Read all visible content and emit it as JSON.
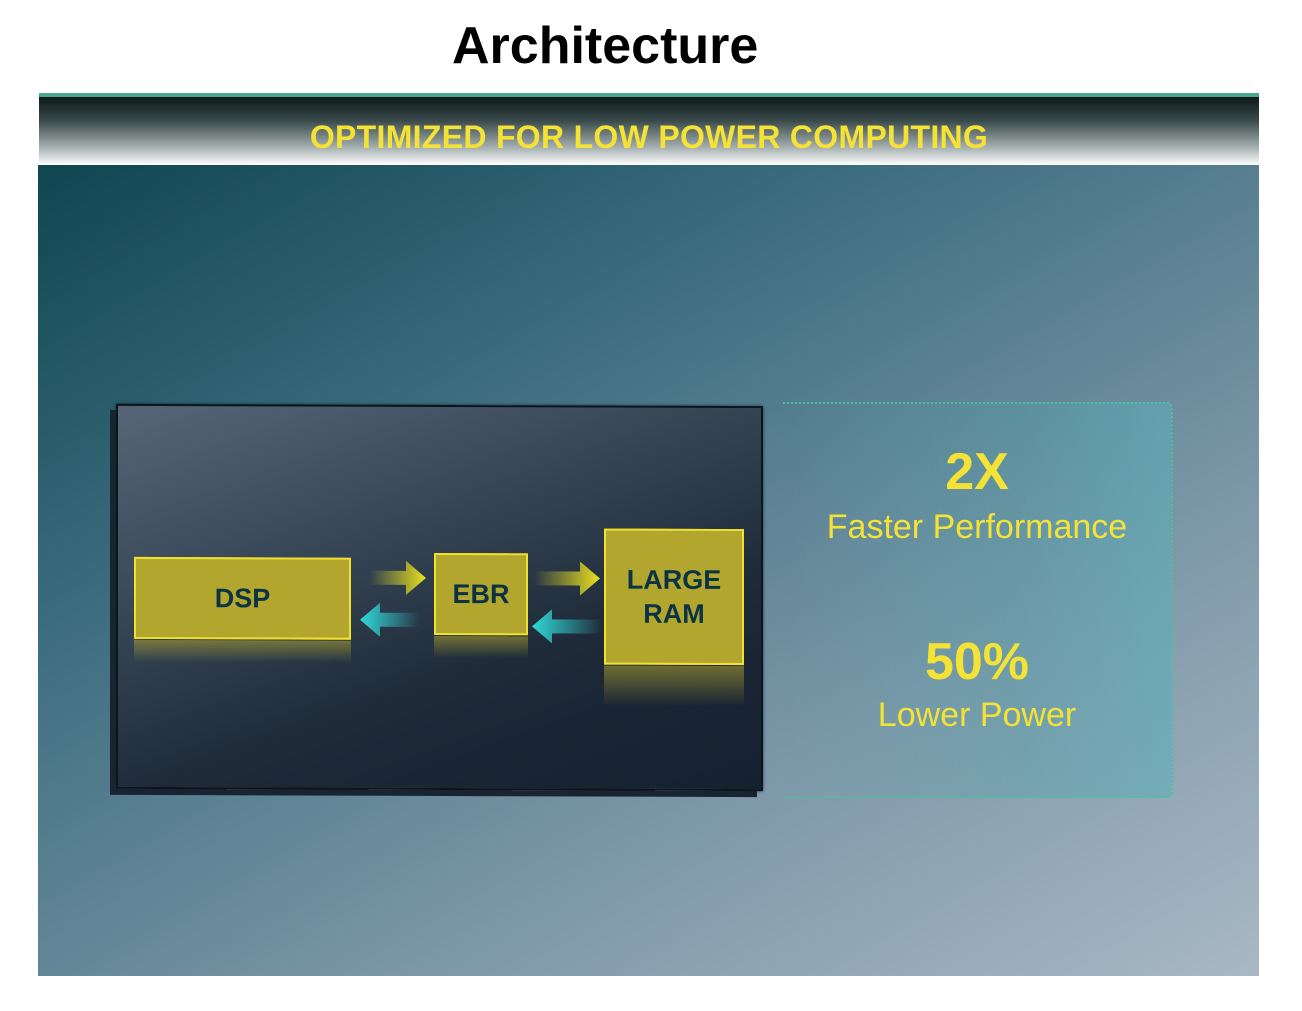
{
  "title": "Architecture",
  "subtitle": "OPTIMIZED FOR LOW POWER COMPUTING",
  "diagram": {
    "blocks": [
      {
        "id": "dsp",
        "label": "DSP"
      },
      {
        "id": "ebr",
        "label": "EBR"
      },
      {
        "id": "ram",
        "label_line1": "LARGE",
        "label_line2": "RAM"
      }
    ],
    "arrow_colors": {
      "forward": "#e8e020",
      "backward": "#30d8d8"
    }
  },
  "stats": [
    {
      "value": "2X",
      "label": "Faster Performance"
    },
    {
      "value": "50%",
      "label": "Lower Power"
    }
  ],
  "colors": {
    "accent_yellow": "#f4e235",
    "block_fill": "#b2a62e",
    "block_text": "#0b3344",
    "header_rule": "#4aa890"
  }
}
